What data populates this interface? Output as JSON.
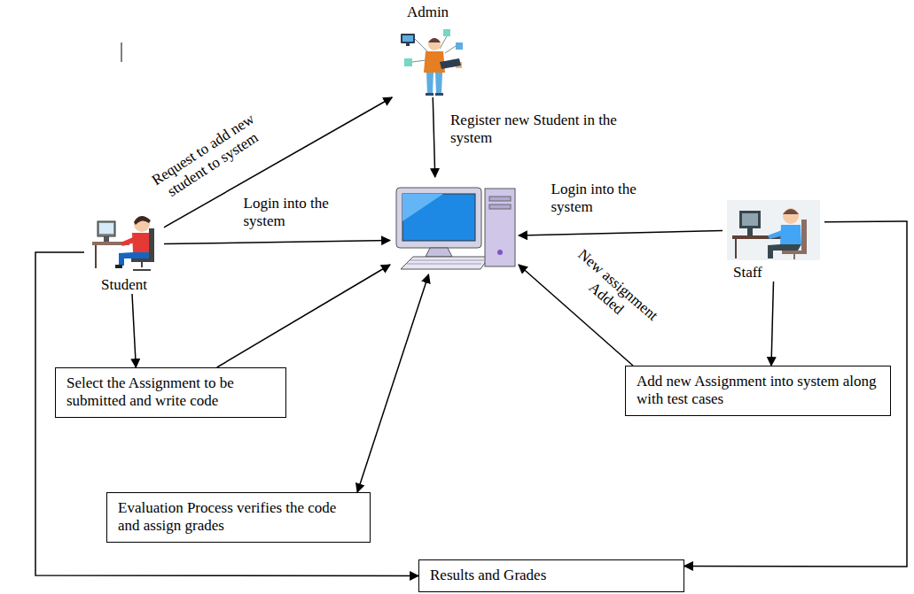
{
  "diagram": {
    "nodes": [
      {
        "text": [
          "Admin"
        ]
      },
      {
        "text": [
          "Student"
        ]
      },
      {
        "text": []
      },
      {
        "text": [
          "Staff"
        ]
      },
      {
        "text": [
          "Select the Assignment to be submitted and write code"
        ]
      },
      {
        "text": [
          "Add new Assignment into system along with test cases"
        ]
      },
      {
        "text": [
          "Evaluation Process verifies the code and assign grades"
        ]
      },
      {
        "text": [
          "Results and Grades"
        ]
      }
    ],
    "edges": [
      {
        "from": 1,
        "to": 0,
        "label": "Request to add new student to system",
        "arrow": "to"
      },
      {
        "from": 0,
        "to": 2,
        "label": "Register new Student in the system",
        "arrow": "to"
      },
      {
        "from": 1,
        "to": 2,
        "label": "Login into the system",
        "arrow": "to"
      },
      {
        "from": 3,
        "to": 2,
        "label": "Login into the system",
        "arrow": "to"
      },
      {
        "from": 1,
        "to": 4,
        "arrow": "to"
      },
      {
        "from": 4,
        "to": 2,
        "arrow": "to"
      },
      {
        "from": 3,
        "to": 5,
        "arrow": "to"
      },
      {
        "from": 5,
        "to": 2,
        "label": "New assignment Added",
        "arrow": "to"
      },
      {
        "from": 6,
        "to": 2,
        "arrow": "both"
      },
      {
        "from": 1,
        "to": 7,
        "arrow": "to"
      },
      {
        "from": 3,
        "to": 7,
        "arrow": "to"
      }
    ]
  }
}
